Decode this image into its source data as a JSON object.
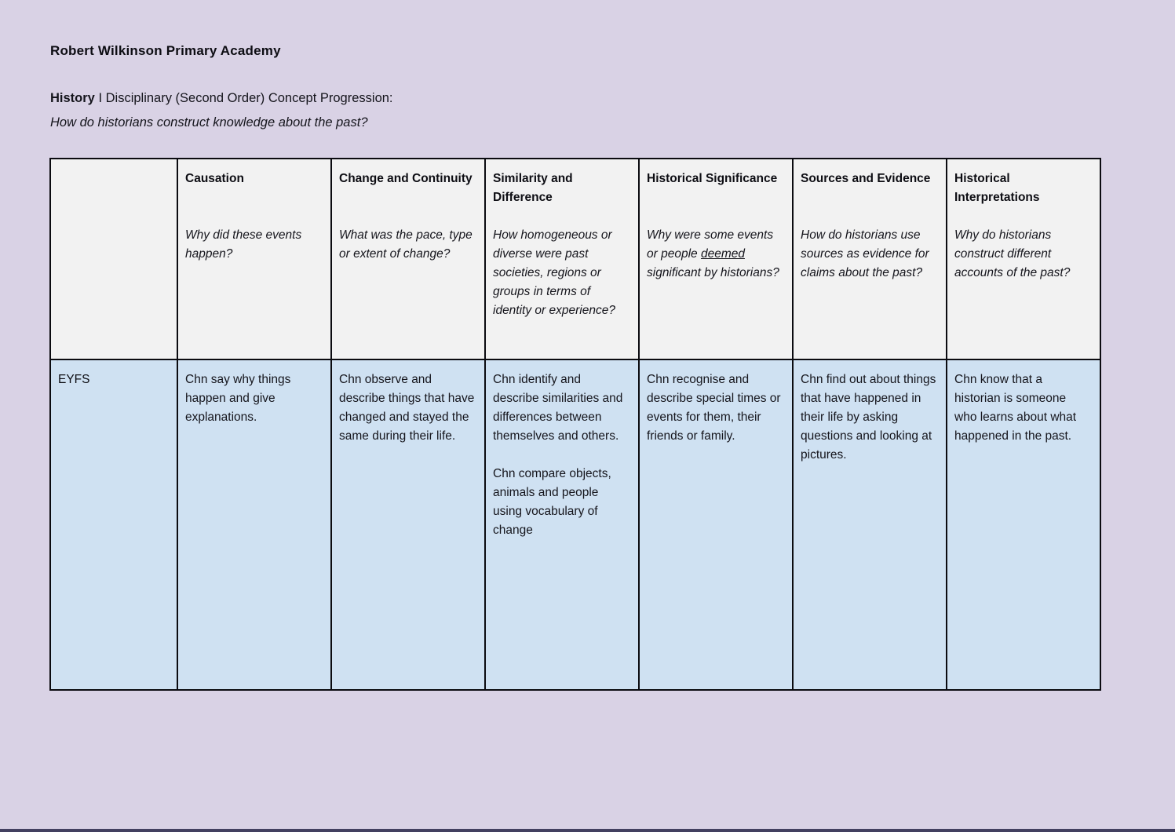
{
  "page": {
    "school_name": "Robert Wilkinson Primary Academy",
    "doc_title_subject": "History",
    "doc_title_rest": " I Disciplinary (Second Order) Concept Progression:",
    "doc_question": "How do historians construct knowledge about the past?"
  },
  "table": {
    "header": {
      "label_column_title": "",
      "columns": [
        {
          "title": "Causation",
          "question": "Why did these events happen?"
        },
        {
          "title": "Change and Continuity",
          "question": "What was the pace, type or extent of change?"
        },
        {
          "title": "Similarity and Difference",
          "question": "How homogeneous or diverse were past societies, regions or groups in terms of identity or experience?"
        },
        {
          "title": "Historical Significance",
          "question_before": "Why were some events or people ",
          "question_underlined": "deemed",
          "question_after": " significant by historians?"
        },
        {
          "title": "Sources and Evidence",
          "question": "How do historians use sources as evidence for claims about the past?"
        },
        {
          "title": "Historical Interpretations",
          "question": "Why do historians construct different accounts of the past?"
        }
      ]
    },
    "rows": [
      {
        "label": "EYFS",
        "cells": {
          "causation": [
            "Chn say why things happen and give explanations."
          ],
          "change_continuity": [
            "Chn observe and describe things that have changed and stayed the same during their life."
          ],
          "similarity_difference": [
            "Chn identify and describe similarities and differences between themselves and others.",
            "Chn compare objects, animals and people using vocabulary of change"
          ],
          "historical_significance": [
            "Chn recognise and describe special times or events for them, their friends or family."
          ],
          "sources_evidence": [
            "Chn find out about things that have happened in their life by asking questions and looking at pictures."
          ],
          "historical_interpretations": [
            "Chn know that a historian is someone who learns about what happened in the past."
          ]
        }
      }
    ]
  },
  "colors": {
    "page_background": "#d9d2e5",
    "header_cell_background": "#f2f2f2",
    "body_row_background": "#cfe1f2",
    "table_border": "#0b0b10",
    "text": "#15151c",
    "bottom_edge_bar": "#434060"
  }
}
